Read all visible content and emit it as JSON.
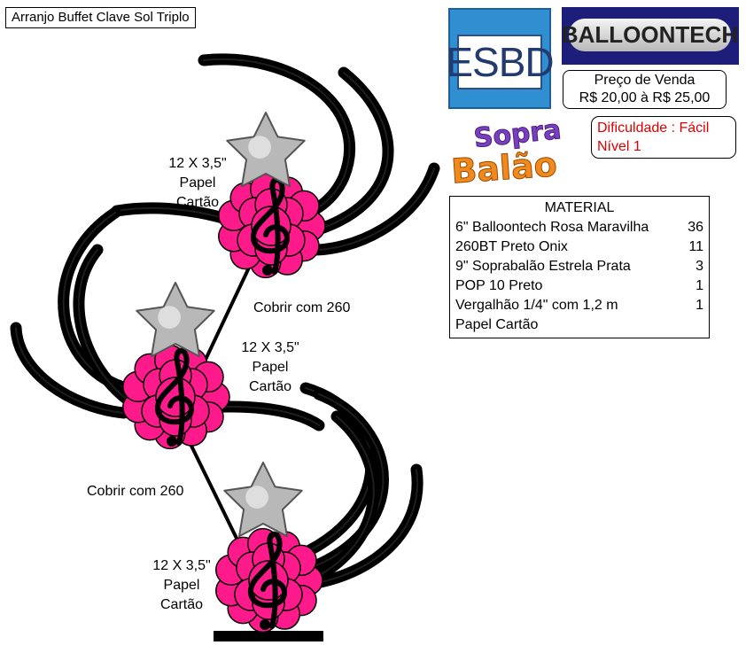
{
  "title": "Arranjo Buffet Clave Sol Triplo",
  "logos": {
    "esbd": "ESBD",
    "balloontech": "BALLOONTECH",
    "sopra_balao": {
      "line1": "Sopra",
      "line2": "Balão"
    }
  },
  "price": {
    "label": "Preço de Venda",
    "value": "R$ 20,00 à R$ 25,00"
  },
  "difficulty": {
    "line1": "Dificuldade : Fácil",
    "line2": "Nível 1"
  },
  "material": {
    "header": "MATERIAL",
    "items": [
      {
        "name": "6\" Balloontech Rosa Maravilha",
        "qty": "36"
      },
      {
        "name": "260BT Preto Onix",
        "qty": "11"
      },
      {
        "name": "9\" Soprabalão Estrela Prata",
        "qty": "3"
      },
      {
        "name": "POP 10 Preto",
        "qty": "1"
      },
      {
        "name": "Vergalhão 1/4\" com 1,2 m",
        "qty": "1"
      },
      {
        "name": "Papel Cartão",
        "qty": ""
      }
    ]
  },
  "arrangement_labels": {
    "top": {
      "line1": "12 X 3,5\"",
      "line2": "Papel",
      "line3": "Cartão"
    },
    "middle": {
      "line1": "12 X 3,5\"",
      "line2": "Papel",
      "line3": "Cartão"
    },
    "bottom": {
      "line1": "12 X 3,5\"",
      "line2": "Papel",
      "line3": "Cartão"
    },
    "cover_upper": "Cobrir com 260",
    "cover_lower": "Cobrir com 260"
  },
  "colors": {
    "balloon_pink": "#ff1a8c",
    "balloon_black": "#000000",
    "star_silver": "#b8b8b8",
    "difficulty_red": "#e00000",
    "esbd_blue": "#2f8fd0",
    "balloontech_navy": "#1d1d7a"
  }
}
